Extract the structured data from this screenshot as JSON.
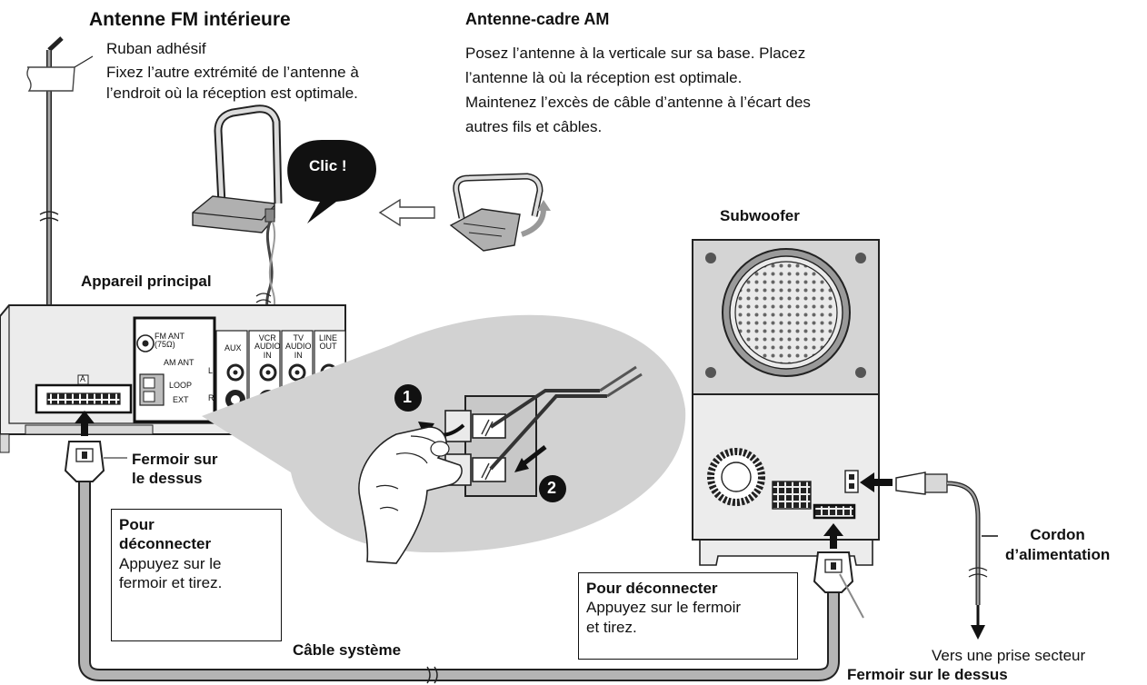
{
  "fm_antenna": {
    "title": "Antenne FM intérieure",
    "tape_label": "Ruban adhésif",
    "instruction_line1": "Fixez l’autre extrémité de l’antenne à",
    "instruction_line2": "l’endroit où la réception est optimale."
  },
  "am_antenna": {
    "title": "Antenne-cadre AM",
    "line1": "Posez l’antenne à la verticale sur sa base. Placez",
    "line2": "l’antenne là où la réception est optimale.",
    "line3": "Maintenez l’excès de câble d’antenne à l’écart des",
    "line4": "autres fils et câbles.",
    "click_label": "Clic !"
  },
  "main_unit": {
    "title": "Appareil principal",
    "fm_ant_label": "FM ANT",
    "fm_ant_ohm": "(75Ω)",
    "am_ant_label": "AM ANT",
    "loop_label": "LOOP",
    "ext_label": "EXT",
    "aux_label": "AUX",
    "vcr_line1": "VCR",
    "vcr_line2": "AUDIO",
    "vcr_line3": "IN",
    "tv_line1": "TV",
    "tv_line2": "AUDIO",
    "tv_line3": "IN",
    "lineout_line1": "LINE",
    "lineout_line2": "OUT",
    "terminal_a": "A",
    "channel_l": "L",
    "channel_r": "R"
  },
  "steps": {
    "step1": "1",
    "step2": "2"
  },
  "clasp_left": {
    "line1": "Fermoir sur",
    "line2": "le dessus"
  },
  "disconnect_left": {
    "title_line1": "Pour",
    "title_line2": "déconnecter",
    "body_line1": "Appuyez sur le",
    "body_line2": "fermoir et tirez."
  },
  "subwoofer": {
    "title": "Subwoofer"
  },
  "disconnect_right": {
    "title": "Pour déconnecter",
    "body_line1": "Appuyez sur le fermoir",
    "body_line2": "et tirez."
  },
  "power_cord": {
    "line1": "Cordon",
    "line2": "d’alimentation",
    "outlet": "Vers une prise secteur"
  },
  "clasp_right": {
    "label": "Fermoir sur le dessus"
  },
  "system_cable": {
    "label": "Câble système"
  }
}
